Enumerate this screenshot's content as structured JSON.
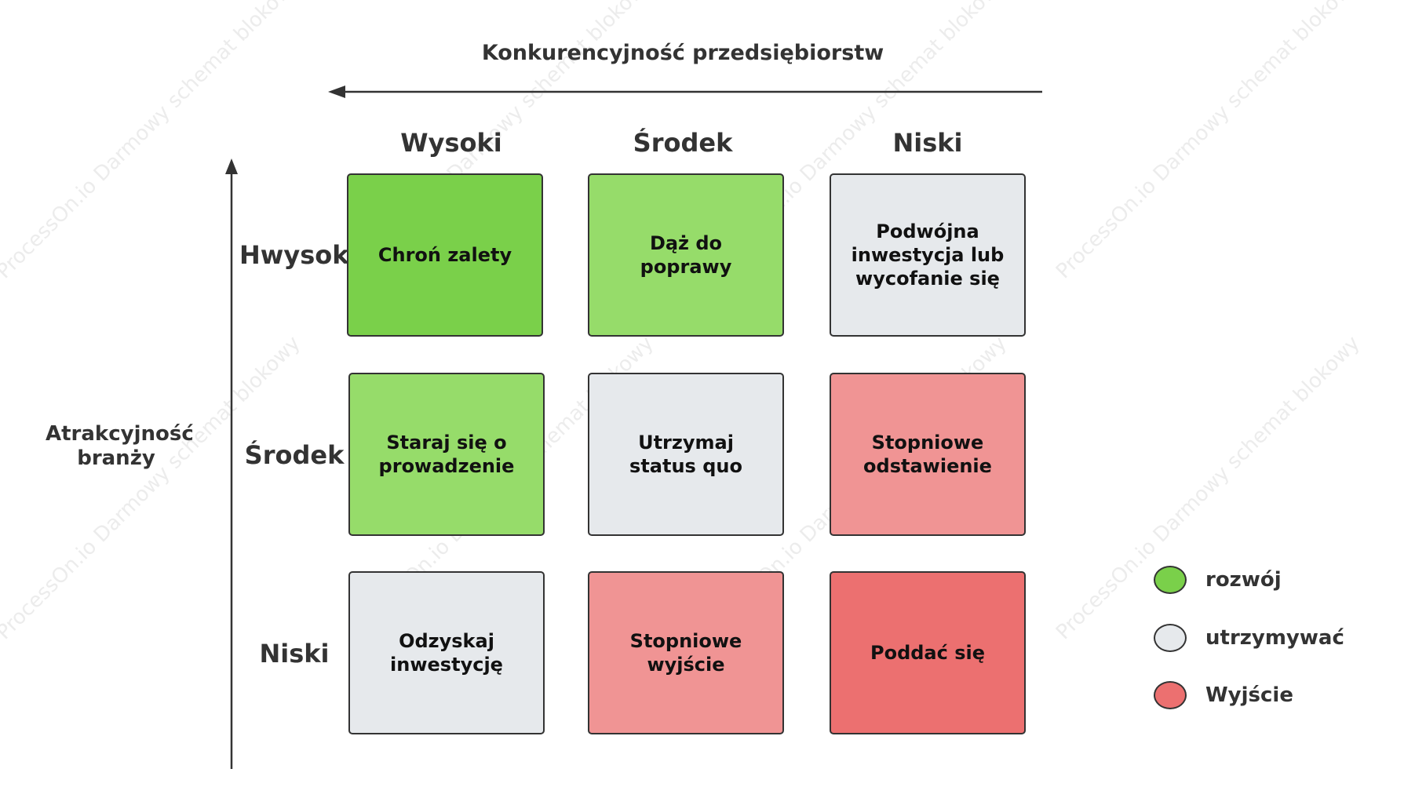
{
  "watermark_text": "ProcessOn.io Darmowy schemat blokowy",
  "x_axis_title": "Konkurencyjność przedsiębiorstw",
  "y_axis_title": "Atrakcyjność branży",
  "columns": [
    "Wysoki",
    "Środek",
    "Niski"
  ],
  "rows": [
    "Hwysoki",
    "Środek",
    "Niski"
  ],
  "cells": [
    [
      {
        "text": "Chroń zalety",
        "color": "#7ad04a"
      },
      {
        "text": "Dąż do poprawy",
        "color": "#96dc6a"
      },
      {
        "text": "Podwójna inwestycja lub wycofanie się",
        "color": "#e6e9ec"
      }
    ],
    [
      {
        "text": "Staraj się o prowadzenie",
        "color": "#96dc6a"
      },
      {
        "text": "Utrzymaj status quo",
        "color": "#e6e9ec"
      },
      {
        "text": "Stopniowe odstawienie",
        "color": "#f09494"
      }
    ],
    [
      {
        "text": "Odzyskaj inwestycję",
        "color": "#e6e9ec"
      },
      {
        "text": "Stopniowe wyjście",
        "color": "#f09494"
      },
      {
        "text": "Poddać się",
        "color": "#ec7070"
      }
    ]
  ],
  "legend": [
    {
      "label": "rozwój",
      "color": "#7ad04a"
    },
    {
      "label": "utrzymywać",
      "color": "#e6e9ec"
    },
    {
      "label": "Wyjście",
      "color": "#ec7070"
    }
  ]
}
